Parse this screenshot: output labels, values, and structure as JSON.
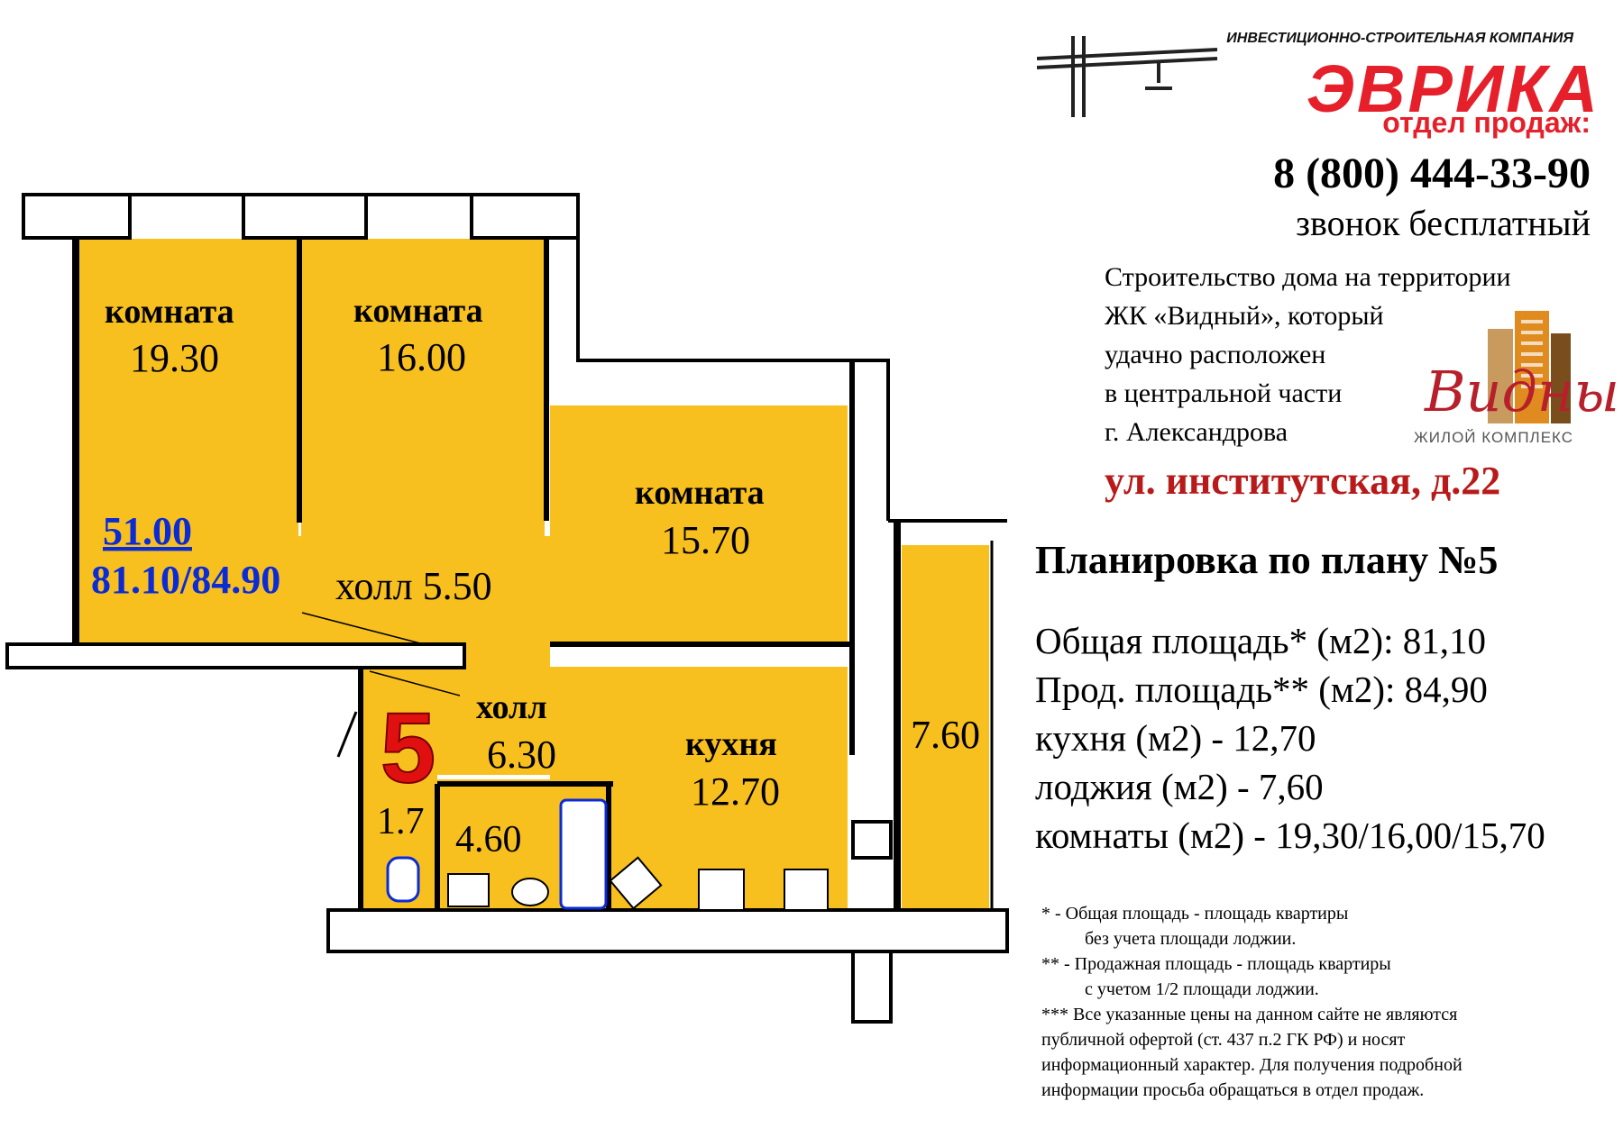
{
  "header": {
    "company_tagline": "ИНВЕСТИЦИОННО-СТРОИТЕЛЬНАЯ КОМПАНИЯ",
    "company_name": "ЭВРИКА",
    "sales_dept": "отдел продаж:",
    "phone": "8 (800) 444-33-90",
    "call_note": "звонок бесплатный"
  },
  "description": {
    "lines": [
      "Строительство дома на территории",
      "ЖК «Видный», который",
      "удачно расположен",
      "в центральной части",
      "г. Александрова"
    ],
    "complex_logo_word": "Видный",
    "complex_logo_sub": "ЖИЛОЙ КОМПЛЕКС",
    "address": "ул. институтская, д.22"
  },
  "plan_info": {
    "title": "Планировка по плану №5",
    "specs": [
      "Общая площадь*  (м2): 81,10",
      "Прод. площадь**  (м2): 84,90",
      "кухня (м2) - 12,70",
      "лоджия (м2) - 7,60",
      "комнаты (м2) - 19,30/16,00/15,70"
    ],
    "notes": [
      "*   - Общая площадь - площадь квартиры",
      "без учета площади лоджии.",
      "** - Продажная площадь - площадь квартиры",
      "с учетом 1/2 площади лоджии.",
      "*** Все указанные цены на данном сайте не являются",
      "публичной офертой  (ст. 437 п.2 ГК РФ) и носят",
      "информационный характер.  Для получения подробной",
      "информации просьба обращаться в отдел продаж."
    ]
  },
  "floor_plan": {
    "apartment_number": "5",
    "living_area": "51.00",
    "total_areas": "81.10/84.90",
    "rooms": {
      "room1": {
        "label": "комната",
        "area": "19.30"
      },
      "room2": {
        "label": "комната",
        "area": "16.00"
      },
      "room3": {
        "label": "комната",
        "area": "15.70"
      },
      "hall1": {
        "label": "холл 5.50"
      },
      "hall2": {
        "label": "холл",
        "area": "6.30"
      },
      "kitchen": {
        "label": "кухня",
        "area": "12.70"
      },
      "loggia": {
        "area": "7.60"
      },
      "wc": {
        "area": "1.7"
      },
      "bath": {
        "area": "4.60"
      }
    },
    "colors": {
      "room_fill": "#f8c01f",
      "wall": "#000000",
      "wall_fill": "#ffffff",
      "blue_text": "#0a2bd6",
      "brand_red": "#e5202a"
    }
  }
}
